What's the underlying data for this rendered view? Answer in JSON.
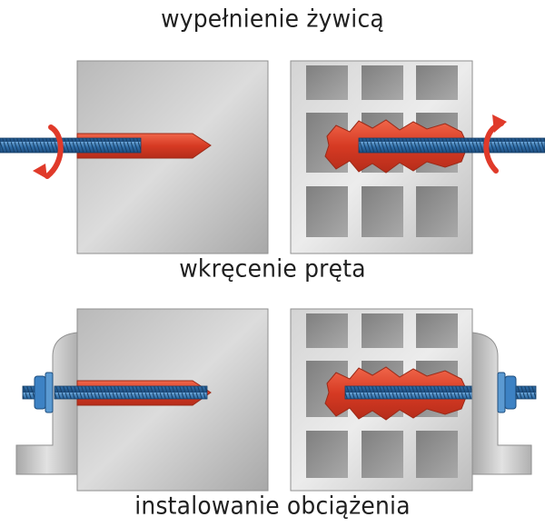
{
  "captions": {
    "step1": "wypełnienie żywicą",
    "step2": "wkręcenie pręta",
    "step3": "instalowanie obciążenia"
  },
  "colors": {
    "resin": "#e8402a",
    "rod": "#2f6fa8",
    "block": "#c9c9c9",
    "block_dark": "#9c9c9c",
    "hole": "#8e8e8e",
    "bracket": "#d0d0d0",
    "arrow": "#e03a2a",
    "text": "#1f1f1f"
  },
  "icons": {
    "rotation": "rotation-arrow-icon"
  }
}
